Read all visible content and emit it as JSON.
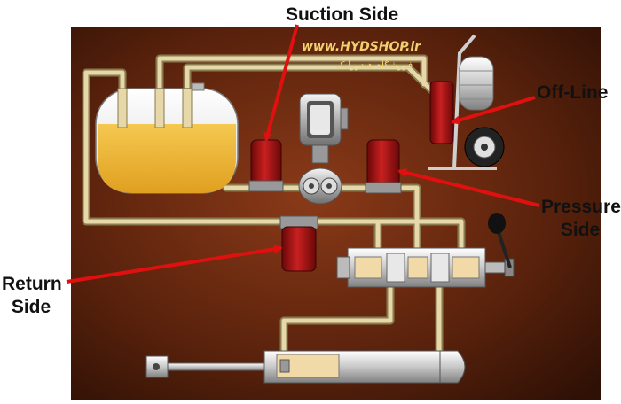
{
  "watermark": {
    "url": "www.HYDSHOP.ir",
    "subtitle": "فروشگاه هیدرولیک"
  },
  "callouts": {
    "suction": "Suction Side",
    "offline": "Off-Line",
    "pressure_line1": "Pressure",
    "pressure_line2": "Side",
    "return_line1": "Return",
    "return_line2": "Side"
  },
  "colors": {
    "panel_dark": "#3a1608",
    "panel_light": "#8a3a18",
    "pipe": "#d8c89a",
    "oil": "#f0b830",
    "filter": "#a81818",
    "arrow": "#e01010",
    "watermark": "#f0d070"
  }
}
